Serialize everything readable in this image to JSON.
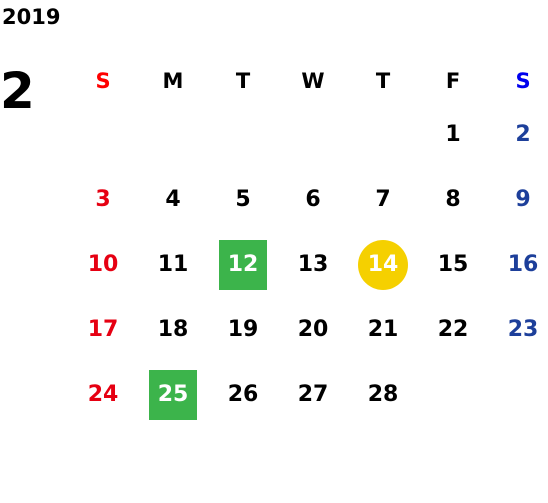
{
  "calendar": {
    "year": "2019",
    "month": "2",
    "weekdays": [
      "S",
      "M",
      "T",
      "W",
      "T",
      "F",
      "S"
    ],
    "weeks": [
      [
        "",
        "",
        "",
        "",
        "",
        "1",
        "2"
      ],
      [
        "3",
        "4",
        "5",
        "6",
        "7",
        "8",
        "9"
      ],
      [
        "10",
        "11",
        "12",
        "13",
        "14",
        "15",
        "16"
      ],
      [
        "17",
        "18",
        "19",
        "20",
        "21",
        "22",
        "23"
      ],
      [
        "24",
        "25",
        "26",
        "27",
        "28",
        "",
        ""
      ]
    ],
    "highlighted_green": [
      "12",
      "25"
    ],
    "today": "14"
  },
  "colors": {
    "sunday_header": "#ff0000",
    "saturday_header": "#0000ee",
    "sunday": "#e60012",
    "saturday": "#1d3f9a",
    "green_highlight": "#3cb44b",
    "today_highlight": "#f5d000"
  }
}
